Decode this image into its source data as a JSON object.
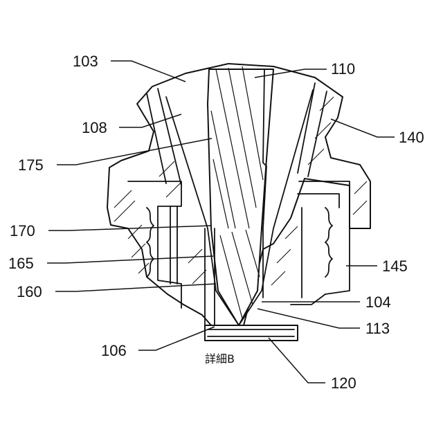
{
  "labels": {
    "l103": "103",
    "l110": "110",
    "l108": "108",
    "l140": "140",
    "l175": "175",
    "l170": "170",
    "l165": "165",
    "l145": "145",
    "l160": "160",
    "l104": "104",
    "l113": "113",
    "l106": "106",
    "l120": "120"
  },
  "caption": "詳細B"
}
